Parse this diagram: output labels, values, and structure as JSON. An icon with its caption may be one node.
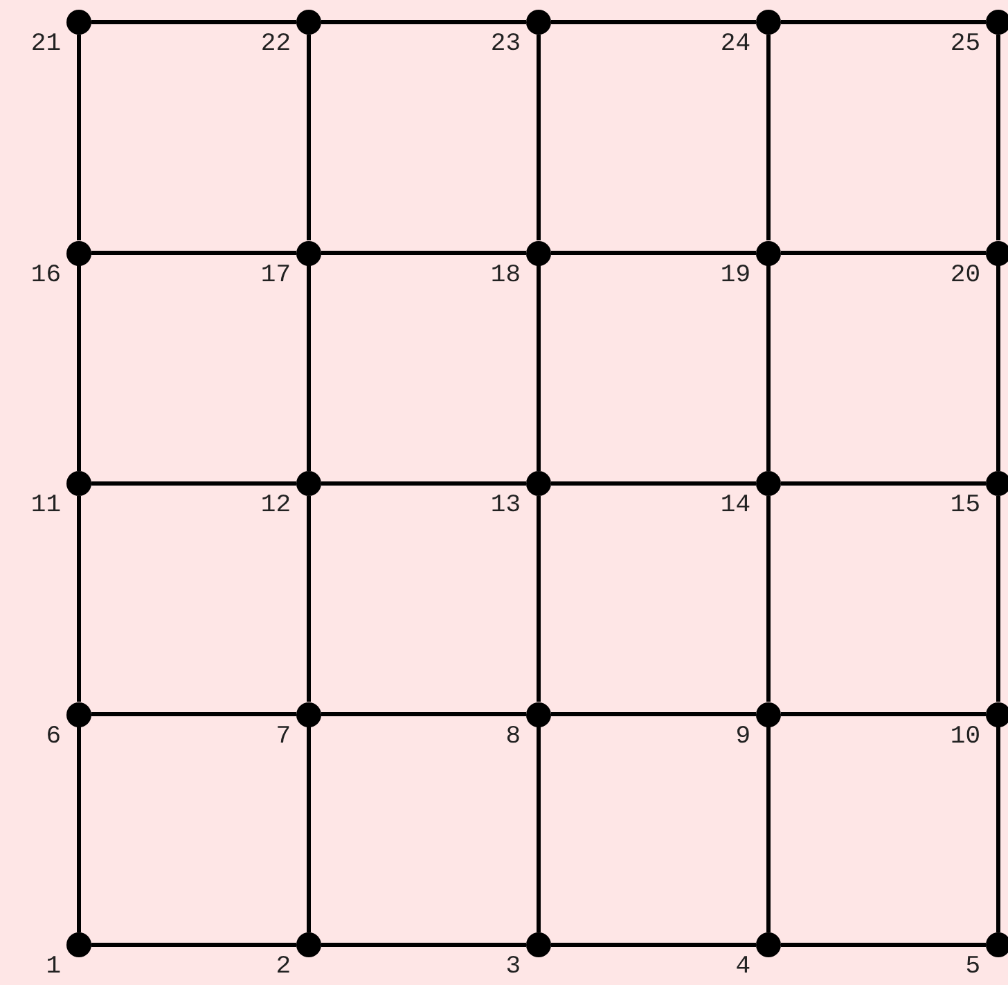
{
  "diagram": {
    "nodes": [
      {
        "text": [],
        "shape": "circle",
        "beside": [
          "1"
        ]
      },
      {
        "text": [],
        "shape": "circle",
        "beside": [
          "2"
        ]
      },
      {
        "text": [],
        "shape": "circle",
        "beside": [
          "3"
        ]
      },
      {
        "text": [],
        "shape": "circle",
        "beside": [
          "4"
        ]
      },
      {
        "text": [],
        "shape": "circle",
        "beside": [
          "5"
        ]
      },
      {
        "text": [],
        "shape": "circle",
        "beside": [
          "6"
        ]
      },
      {
        "text": [],
        "shape": "circle",
        "beside": [
          "7"
        ]
      },
      {
        "text": [],
        "shape": "circle",
        "beside": [
          "8"
        ]
      },
      {
        "text": [],
        "shape": "circle",
        "beside": [
          "9"
        ]
      },
      {
        "text": [],
        "shape": "circle",
        "beside": [
          "10"
        ]
      },
      {
        "text": [],
        "shape": "circle",
        "beside": [
          "11"
        ]
      },
      {
        "text": [],
        "shape": "circle",
        "beside": [
          "12"
        ]
      },
      {
        "text": [],
        "shape": "circle",
        "beside": [
          "13"
        ]
      },
      {
        "text": [],
        "shape": "circle",
        "beside": [
          "14"
        ]
      },
      {
        "text": [],
        "shape": "circle",
        "beside": [
          "15"
        ]
      },
      {
        "text": [],
        "shape": "circle",
        "beside": [
          "16"
        ]
      },
      {
        "text": [],
        "shape": "circle",
        "beside": [
          "17"
        ]
      },
      {
        "text": [],
        "shape": "circle",
        "beside": [
          "18"
        ]
      },
      {
        "text": [],
        "shape": "circle",
        "beside": [
          "19"
        ]
      },
      {
        "text": [],
        "shape": "circle",
        "beside": [
          "20"
        ]
      },
      {
        "text": [],
        "shape": "circle",
        "beside": [
          "21"
        ]
      },
      {
        "text": [],
        "shape": "circle",
        "beside": [
          "22"
        ]
      },
      {
        "text": [],
        "shape": "circle",
        "beside": [
          "23"
        ]
      },
      {
        "text": [],
        "shape": "circle",
        "beside": [
          "24"
        ]
      },
      {
        "text": [],
        "shape": "circle",
        "beside": [
          "25"
        ]
      }
    ],
    "edges": [
      {
        "from": 0,
        "to": 1,
        "arrow": "none"
      },
      {
        "from": 0,
        "to": 5,
        "arrow": "none"
      },
      {
        "from": 1,
        "to": 2,
        "arrow": "none"
      },
      {
        "from": 1,
        "to": 6,
        "arrow": "none"
      },
      {
        "from": 2,
        "to": 3,
        "arrow": "none"
      },
      {
        "from": 2,
        "to": 7,
        "arrow": "none"
      },
      {
        "from": 3,
        "to": 4,
        "arrow": "none"
      },
      {
        "from": 3,
        "to": 8,
        "arrow": "none"
      },
      {
        "from": 4,
        "to": 9,
        "arrow": "none"
      },
      {
        "from": 5,
        "to": 6,
        "arrow": "none"
      },
      {
        "from": 5,
        "to": 10,
        "arrow": "none"
      },
      {
        "from": 6,
        "to": 7,
        "arrow": "none"
      },
      {
        "from": 6,
        "to": 11,
        "arrow": "none"
      },
      {
        "from": 7,
        "to": 8,
        "arrow": "none"
      },
      {
        "from": 7,
        "to": 12,
        "arrow": "none"
      },
      {
        "from": 8,
        "to": 9,
        "arrow": "none"
      },
      {
        "from": 8,
        "to": 13,
        "arrow": "none"
      },
      {
        "from": 9,
        "to": 14,
        "arrow": "none"
      },
      {
        "from": 10,
        "to": 11,
        "arrow": "none"
      },
      {
        "from": 10,
        "to": 15,
        "arrow": "none"
      },
      {
        "from": 11,
        "to": 12,
        "arrow": "none"
      },
      {
        "from": 11,
        "to": 16,
        "arrow": "none"
      },
      {
        "from": 12,
        "to": 13,
        "arrow": "none"
      },
      {
        "from": 12,
        "to": 17,
        "arrow": "none"
      },
      {
        "from": 13,
        "to": 14,
        "arrow": "none"
      },
      {
        "from": 13,
        "to": 18,
        "arrow": "none"
      },
      {
        "from": 14,
        "to": 19,
        "arrow": "none"
      },
      {
        "from": 15,
        "to": 16,
        "arrow": "none"
      },
      {
        "from": 15,
        "to": 20,
        "arrow": "none"
      },
      {
        "from": 16,
        "to": 17,
        "arrow": "none"
      },
      {
        "from": 16,
        "to": 21,
        "arrow": "none"
      },
      {
        "from": 17,
        "to": 18,
        "arrow": "none"
      },
      {
        "from": 17,
        "to": 22,
        "arrow": "none"
      },
      {
        "from": 18,
        "to": 19,
        "arrow": "none"
      },
      {
        "from": 18,
        "to": 23,
        "arrow": "none"
      },
      {
        "from": 19,
        "to": 24,
        "arrow": "none"
      },
      {
        "from": 20,
        "to": 21,
        "arrow": "none"
      },
      {
        "from": 21,
        "to": 22,
        "arrow": "none"
      },
      {
        "from": 22,
        "to": 23,
        "arrow": "none"
      },
      {
        "from": 23,
        "to": 24,
        "arrow": "none"
      }
    ]
  }
}
